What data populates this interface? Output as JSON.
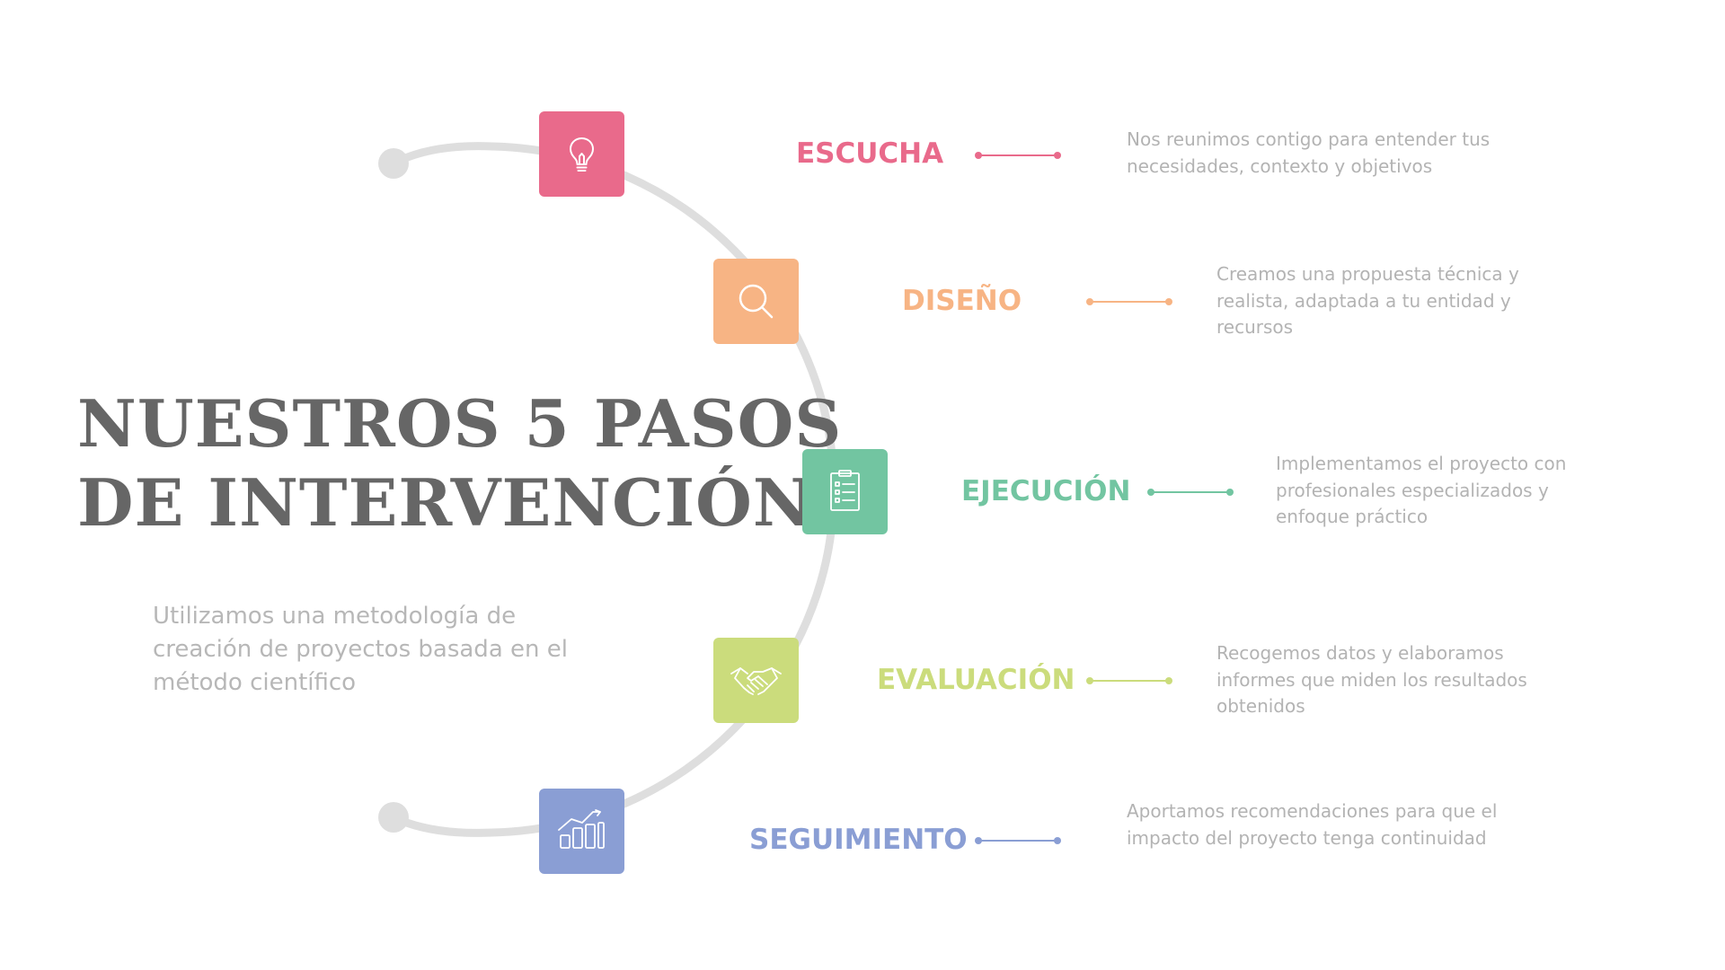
{
  "title": {
    "line1": "NUESTROS 5 PASOS",
    "line2": "DE INTERVENCIÓN"
  },
  "subtitle": "Utilizamos una metodología de creación de proyectos basada en el método científico",
  "steps": [
    {
      "label": "ESCUCHA",
      "icon": "lightbulb-icon",
      "color": "#e96a8b",
      "description": "Nos reunimos contigo para entender tus necesidades, contexto y objetivos"
    },
    {
      "label": "DISEÑO",
      "icon": "magnifier-icon",
      "color": "#f7b484",
      "description": "Creamos una propuesta técnica y realista, adaptada a tu entidad y recursos"
    },
    {
      "label": "EJECUCIÓN",
      "icon": "clipboard-checklist-icon",
      "color": "#72c5a1",
      "description": "Implementamos el proyecto con profesionales especializados y enfoque práctico"
    },
    {
      "label": "EVALUACIÓN",
      "icon": "handshake-icon",
      "color": "#cbdc7c",
      "description": "Recogemos datos y elaboramos informes que miden los resultados obtenidos"
    },
    {
      "label": "SEGUIMIENTO",
      "icon": "growth-chart-icon",
      "color": "#8a9ed4",
      "description": "Aportamos recomendaciones para que el impacto del proyecto tenga continuidad"
    }
  ],
  "arc_color": "#dedede"
}
